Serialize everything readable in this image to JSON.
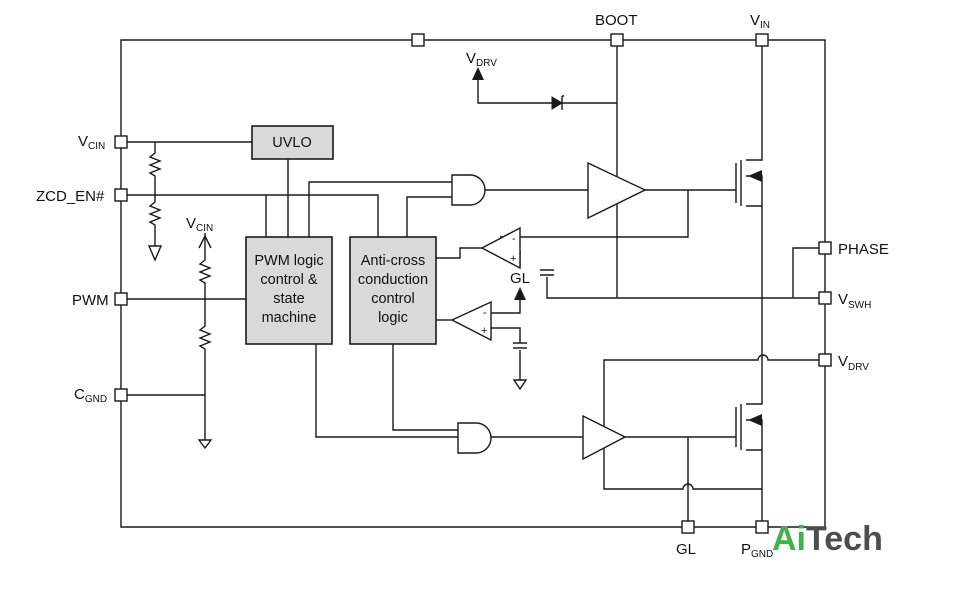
{
  "pins": {
    "vcin": {
      "main": "V",
      "sub": "CIN"
    },
    "zcd_en": "ZCD_EN#",
    "pwm": "PWM",
    "cgnd": {
      "main": "C",
      "sub": "GND"
    },
    "boot": "BOOT",
    "vin": {
      "main": "V",
      "sub": "IN"
    },
    "phase": "PHASE",
    "vswh": {
      "main": "V",
      "sub": "SWH"
    },
    "vdrv": {
      "main": "V",
      "sub": "DRV"
    },
    "gl": "GL",
    "pgnd": {
      "main": "P",
      "sub": "GND"
    }
  },
  "internal": {
    "vdrv_top": {
      "main": "V",
      "sub": "DRV"
    },
    "vcin_pullup": {
      "main": "V",
      "sub": "CIN"
    },
    "gl_label": "GL"
  },
  "blocks": {
    "uvlo": "UVLO",
    "pwm_logic": [
      "PWM logic",
      "control &",
      "state",
      "machine"
    ],
    "anti_cross": [
      "Anti-cross",
      "conduction",
      "control",
      "logic"
    ]
  },
  "comparator_signs": {
    "minus": "-",
    "plus": "+"
  },
  "logo": {
    "part1": "Ai",
    "part2": "Tech",
    "color1": "#3cb44b",
    "color2": "#4d4d4d"
  }
}
